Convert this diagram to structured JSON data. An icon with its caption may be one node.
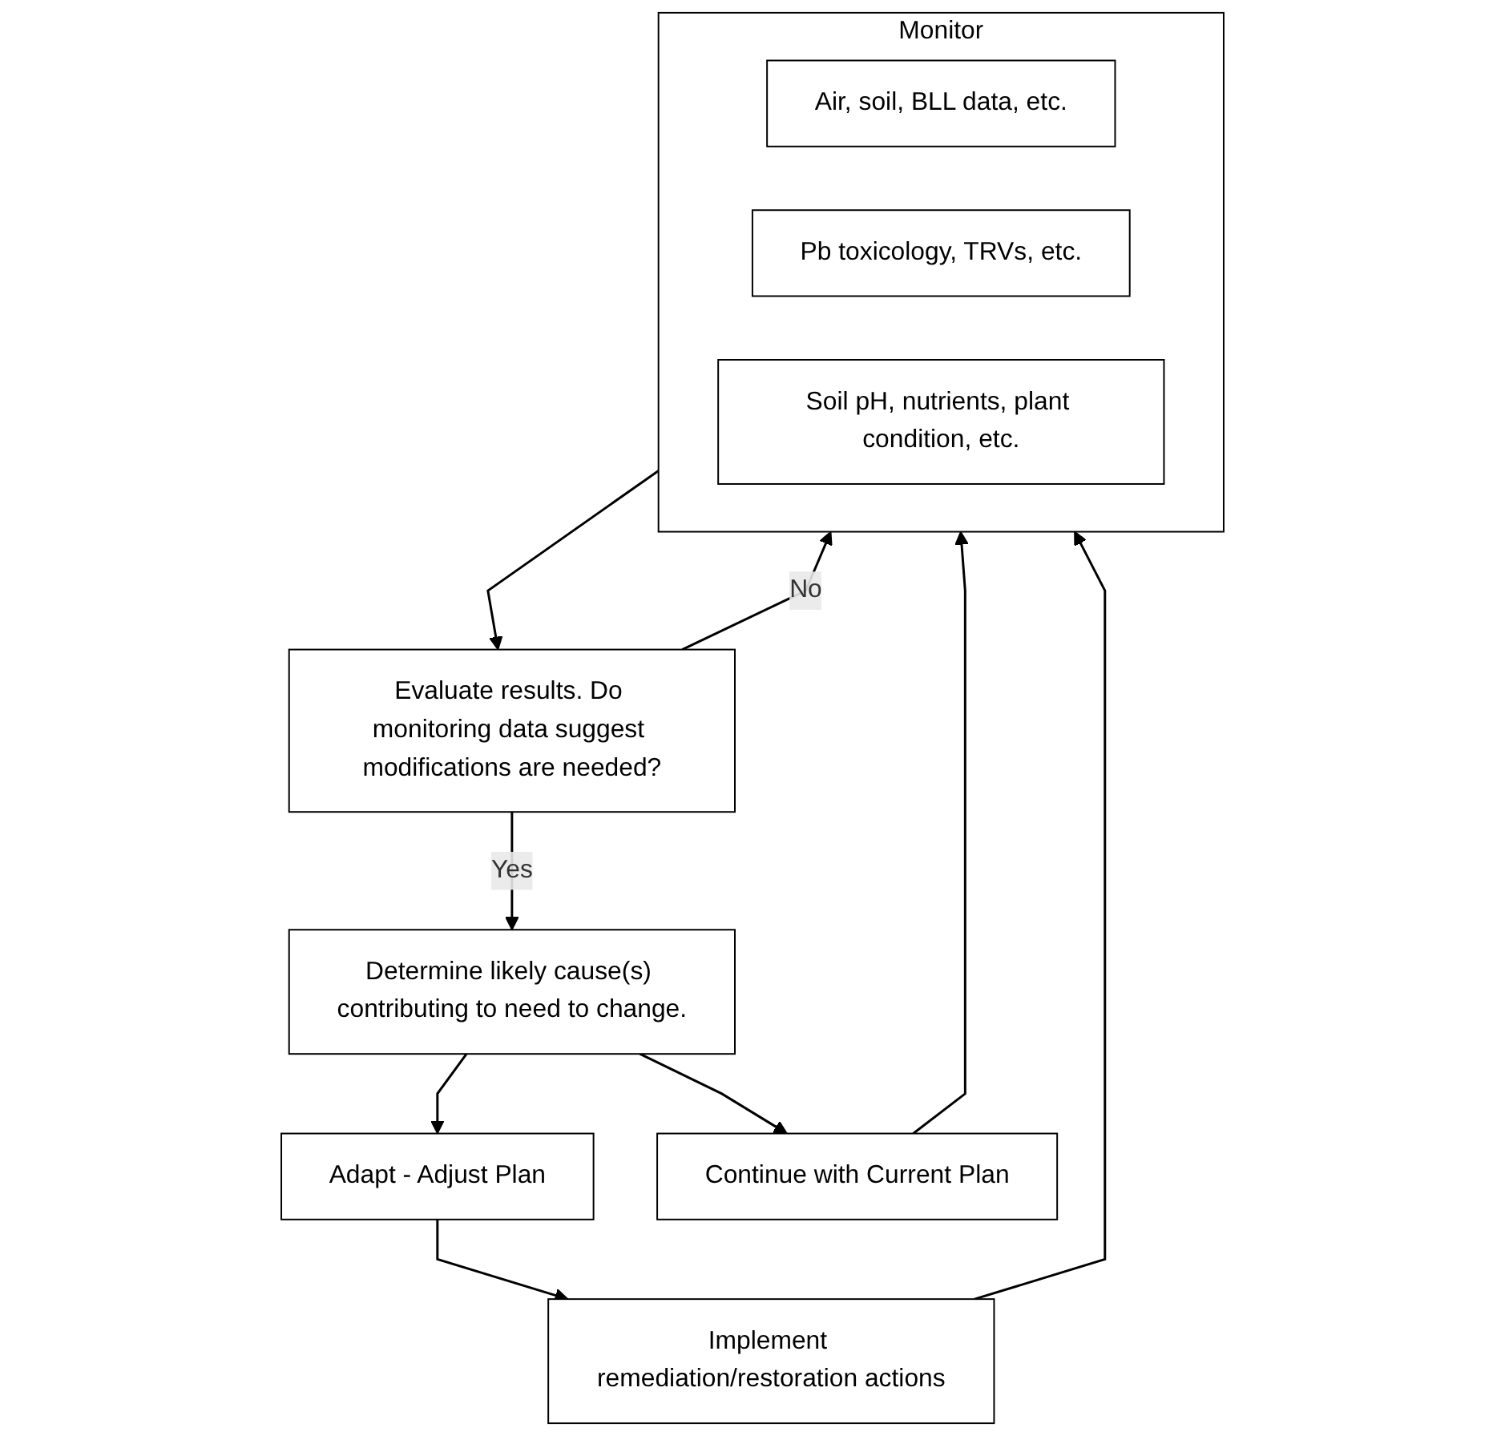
{
  "diagram": {
    "nodes": [
      {
        "text": [
          "Implement remediation/restoration actions"
        ]
      },
      {
        "text": [
          "Monitor"
        ]
      },
      {
        "text": [
          "Air, soil, BLL data, etc."
        ],
        "in": 1
      },
      {
        "text": [
          "Pb toxicology, TRVs, etc."
        ],
        "in": 1
      },
      {
        "text": [
          "Soil pH, nutrients, plant condition, etc."
        ],
        "in": 1
      },
      {
        "text": [
          "Evaluate results. Do monitoring data suggest modifications are needed?"
        ]
      },
      {
        "text": [
          "Determine likely cause(s) contributing to need to change."
        ]
      },
      {
        "text": [
          "Adapt - Adjust Plan"
        ]
      },
      {
        "text": [
          "Continue with Current Plan"
        ]
      }
    ],
    "edges": [
      {
        "from": 0,
        "to": 1,
        "arrow": "to"
      },
      {
        "from": 1,
        "to": 5,
        "arrow": "to"
      },
      {
        "from": 5,
        "to": 1,
        "arrow": "to",
        "label": "No"
      },
      {
        "from": 5,
        "to": 6,
        "arrow": "to",
        "label": "Yes"
      },
      {
        "from": 6,
        "to": 7,
        "arrow": "to"
      },
      {
        "from": 6,
        "to": 8,
        "arrow": "to"
      },
      {
        "from": 7,
        "to": 0,
        "arrow": "to"
      },
      {
        "from": 8,
        "to": 1,
        "arrow": "to"
      }
    ]
  }
}
